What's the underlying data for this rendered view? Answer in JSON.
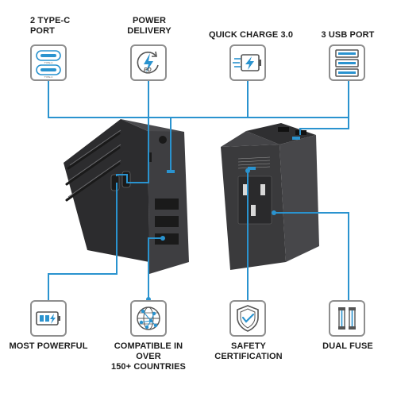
{
  "labels": {
    "type_c": [
      "2 TYPE-C",
      "PORT"
    ],
    "power_delivery": [
      "POWER",
      "DELIVERY"
    ],
    "quick_charge": "QUICK CHARGE 3.0",
    "usb_port": "3 USB PORT",
    "most_powerful": "MOST POWERFUL",
    "compatible": [
      "COMPATIBLE IN OVER",
      "150+ COUNTRIES"
    ],
    "safety": "SAFETY CERTIFICATION",
    "dual_fuse": "DUAL FUSE"
  },
  "icon_text": {
    "pd": "PD",
    "type_c_port": "TYPE-C"
  },
  "icons": [
    "type-c-ports-icon",
    "power-delivery-icon",
    "quick-charge-icon",
    "usb-ports-icon",
    "battery-icon",
    "globe-network-icon",
    "shield-check-icon",
    "fuse-icon"
  ],
  "colors": {
    "accent": "#2a93cf",
    "icon_border": "#8e8e8e",
    "label": "#1c1c1c",
    "device_body": "#3b3b3d"
  }
}
